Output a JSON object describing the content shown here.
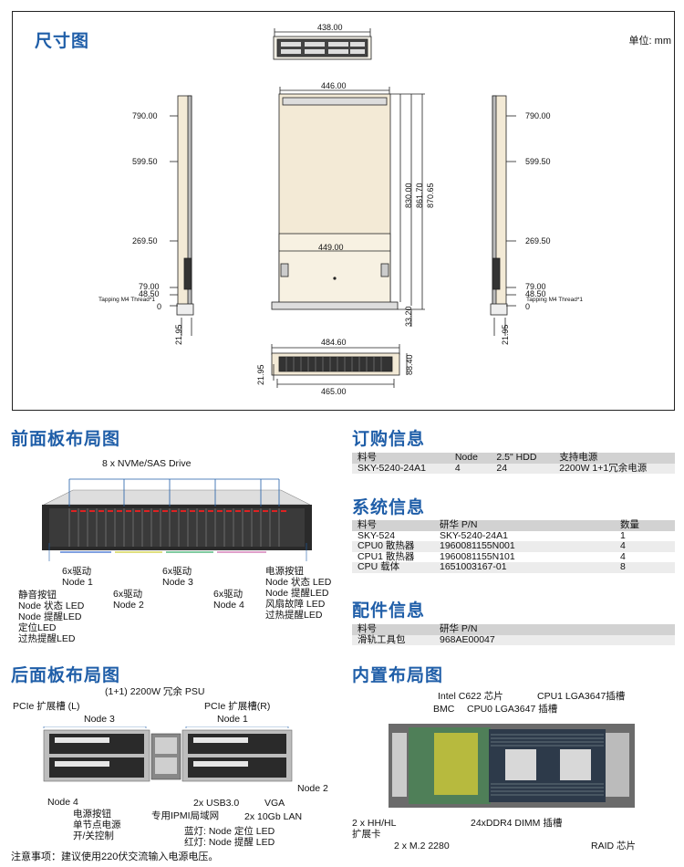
{
  "sections": {
    "dimensions": "尺寸图",
    "front": "前面板布局图",
    "rear": "后面板布局图",
    "ordering": "订购信息",
    "system": "系统信息",
    "accessory": "配件信息",
    "internal": "内置布局图"
  },
  "unit_label": "单位: mm",
  "dims": {
    "top_width": "438.00",
    "top_outer": "446.00",
    "inner_width": "449.00",
    "front_width_top": "484.60",
    "front_width_bottom": "465.00",
    "front_height": "88.40",
    "front_side": "21.95",
    "depth_830": "830.00",
    "depth_861": "861.70",
    "depth_870": "870.65",
    "rear_offset": "33.20",
    "side_790": "790.00",
    "side_599": "599.50",
    "side_269": "269.50",
    "side_79": "79.00",
    "side_48": "48.50",
    "side_0": "0",
    "side_21": "21.95",
    "tapping": "Tapping M4 Thread*1"
  },
  "front_labels": {
    "drives": "8 x NVMe/SAS Drive",
    "n1": "6x驱动\nNode 1",
    "n2": "6x驱动\nNode 2",
    "n3": "6x驱动\nNode 3",
    "n4": "6x驱动\nNode 4",
    "left": "静音按钮\nNode 状态 LED\nNode 提醒LED\n定位LED\n过热提醒LED",
    "right": "电源按钮\nNode 状态 LED\nNode 提醒LED\n风扇故障 LED\n过热提醒LED"
  },
  "ordering": {
    "headers": [
      "料号",
      "Node",
      "2.5\" HDD",
      "支持电源"
    ],
    "rows": [
      [
        "SKY-5240-24A1",
        "4",
        "24",
        "2200W 1+1冗余电源"
      ]
    ]
  },
  "system": {
    "headers": [
      "料号",
      "研华 P/N",
      "数量"
    ],
    "rows": [
      [
        "SKY-524",
        "SKY-5240-24A1",
        "1"
      ],
      [
        "CPU0 散热器",
        "1960081155N001",
        "4"
      ],
      [
        "CPU1 散热器",
        "1960081155N101",
        "4"
      ],
      [
        "CPU 载体",
        "1651003167-01",
        "8"
      ]
    ]
  },
  "accessory": {
    "headers": [
      "料号",
      "研华 P/N"
    ],
    "rows": [
      [
        "滑轨工具包",
        "968AE00047"
      ]
    ]
  },
  "rear_labels": {
    "psu": "(1+1) 2200W 冗余 PSU",
    "pcie_l": "PCIe 扩展槽 (L)",
    "pcie_r": "PCIe 扩展槽(R)",
    "node3": "Node 3",
    "node1": "Node 1",
    "node4": "Node 4",
    "node2": "Node 2",
    "power": "电源按钮\n单节点电源\n开/关控制",
    "ipmi": "专用IPMI局域网",
    "usb": "2x USB3.0",
    "vga": "VGA",
    "lan": "2x 10Gb LAN",
    "leds": "蓝灯: Node 定位 LED\n红灯: Node 提醒 LED"
  },
  "internal_labels": {
    "chipset": "Intel C622 芯片",
    "bmc": "BMC",
    "cpu0": "CPU0 LGA3647 插槽",
    "cpu1": "CPU1 LGA3647插槽",
    "dimm": "24xDDR4 DIMM 插槽",
    "hhhl": "2 x HH/HL\n扩展卡",
    "m2": "2 x M.2 2280",
    "raid": "RAID 芯片"
  },
  "note": "注意事项：建议使用220伏交流输入电源电压。"
}
